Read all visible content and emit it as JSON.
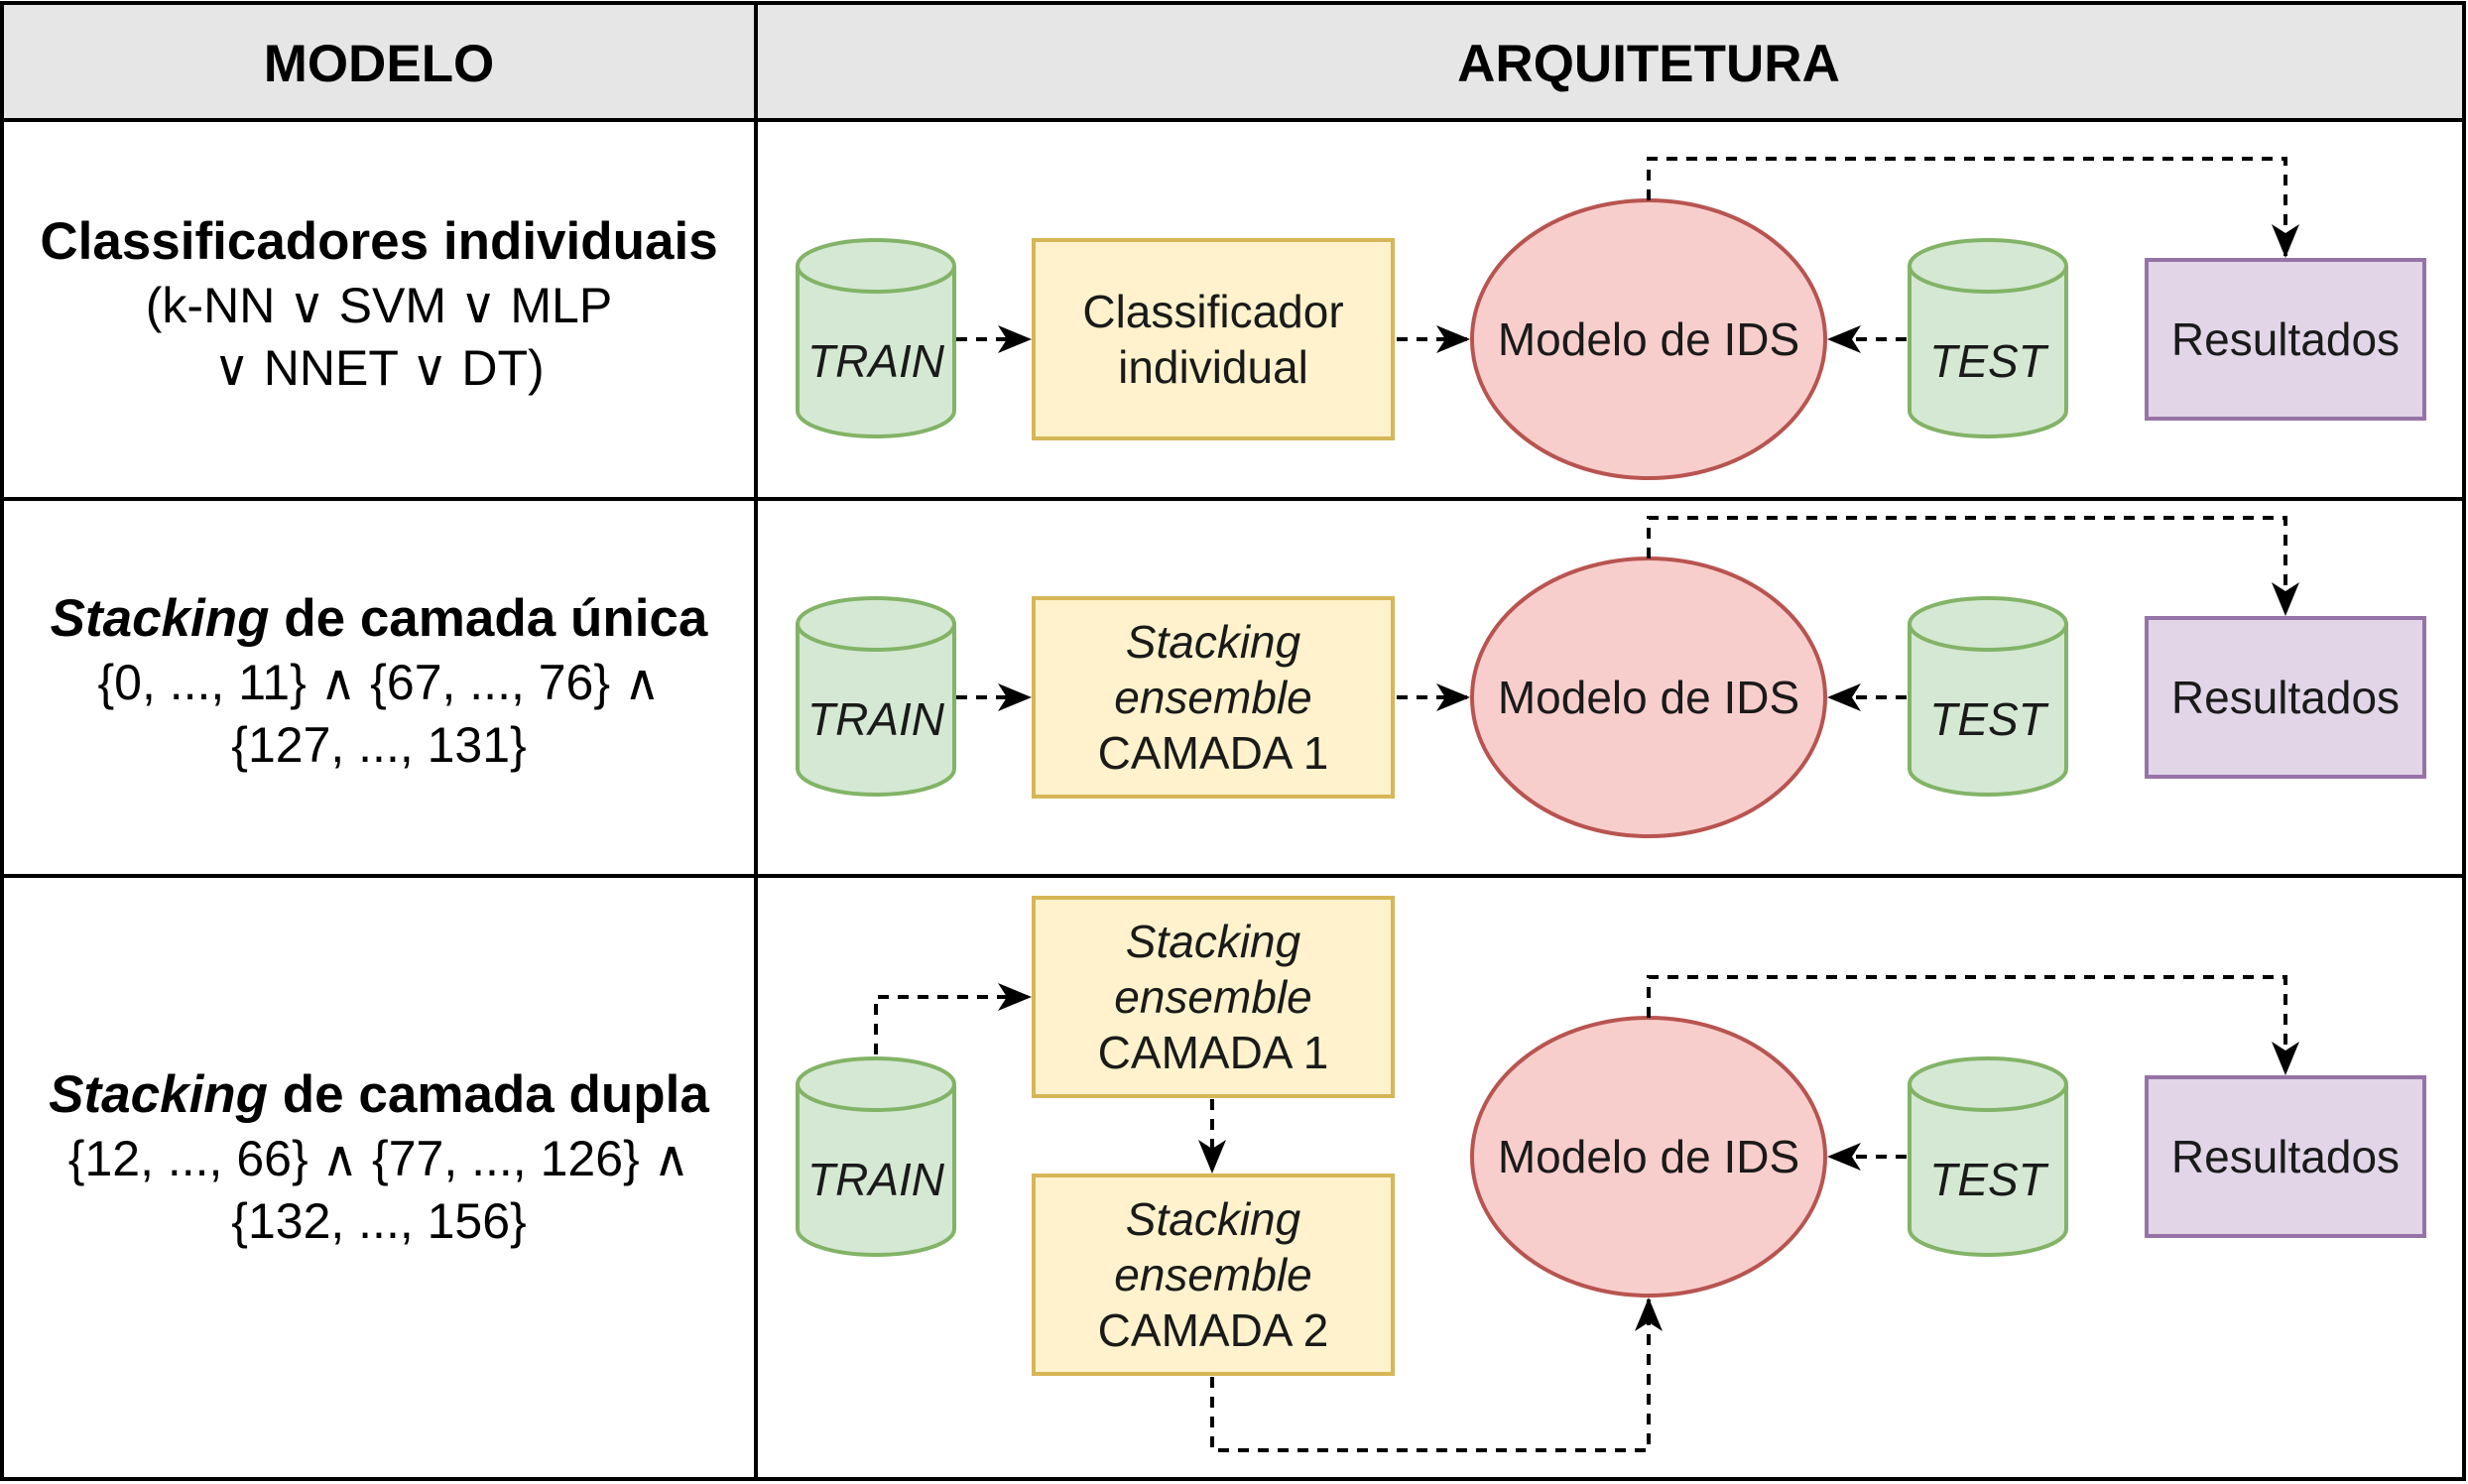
{
  "header": {
    "model": "MODELO",
    "architecture": "ARQUITETURA"
  },
  "rows": [
    {
      "model_title": [
        {
          "text": "Classificadores individuais",
          "italic": false
        }
      ],
      "model_lines": [
        "(k-NN ∨ SVM ∨ MLP",
        "∨ NNET ∨ DT)"
      ],
      "train": "TRAIN",
      "classifier": [
        "Classificador",
        "individual"
      ],
      "ids": "Modelo de IDS",
      "test": "TEST",
      "results": "Resultados"
    },
    {
      "model_title": [
        {
          "text": "Stacking",
          "italic": true
        },
        {
          "text": " de camada única",
          "italic": false
        }
      ],
      "model_lines": [
        "{0, ..., 11} ∧ {67, ..., 76} ∧",
        "{127, ..., 131}"
      ],
      "train": "TRAIN",
      "stack1": [
        "Stacking",
        "ensemble",
        "CAMADA 1"
      ],
      "ids": "Modelo de IDS",
      "test": "TEST",
      "results": "Resultados"
    },
    {
      "model_title": [
        {
          "text": "Stacking",
          "italic": true
        },
        {
          "text": " de camada dupla",
          "italic": false
        }
      ],
      "model_lines": [
        "{12, ..., 66} ∧ {77, ..., 126} ∧",
        "{132, ..., 156}"
      ],
      "train": "TRAIN",
      "stack1": [
        "Stacking",
        "ensemble",
        "CAMADA 1"
      ],
      "stack2": [
        "Stacking",
        "ensemble",
        "CAMADA 2"
      ],
      "ids": "Modelo de IDS",
      "test": "TEST",
      "results": "Resultados"
    }
  ],
  "colors": {
    "header_fill": "#e6e6e6",
    "db_fill": "#d5e8d4",
    "db_stroke": "#82b366",
    "box_fill": "#fff2cc",
    "box_stroke": "#d6b656",
    "ellipse_fill": "#f8cecc",
    "ellipse_stroke": "#b85450",
    "results_fill": "#e1d5e7",
    "results_stroke": "#9673a6"
  }
}
